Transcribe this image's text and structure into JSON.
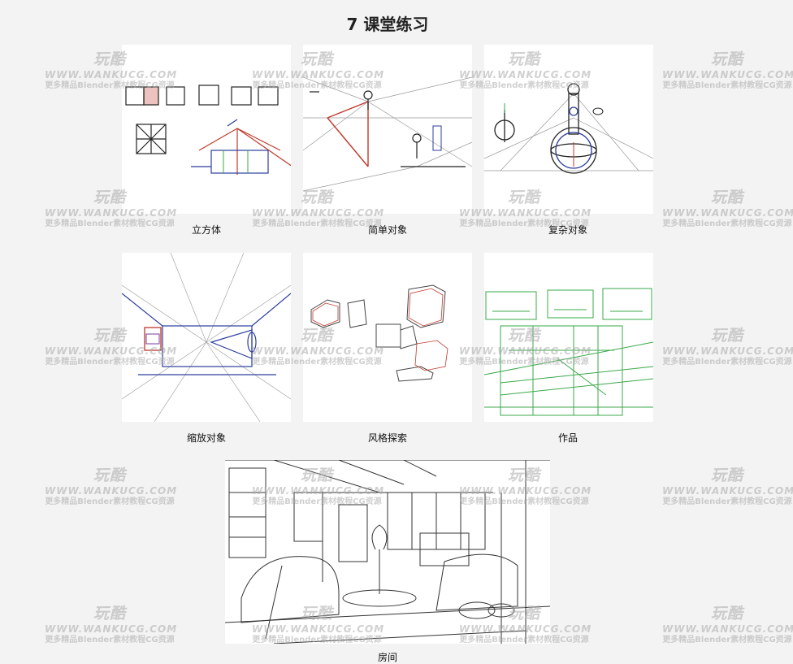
{
  "page": {
    "title": "7 课堂练习"
  },
  "exercises": [
    {
      "caption": "立方体"
    },
    {
      "caption": "简单对象"
    },
    {
      "caption": "复杂对象"
    },
    {
      "caption": "缩放对象"
    },
    {
      "caption": "风格探索"
    },
    {
      "caption": "作品"
    },
    {
      "caption": "房间"
    }
  ],
  "watermark": {
    "logo": "玩酷",
    "site": "WWW.WANKUCG.COM",
    "tagline": "更多精品Blender素材教程CG资源"
  },
  "colors": {
    "background": "#f3f3f3",
    "red": "#c0392b",
    "blue": "#2c3e9e",
    "green": "#3aa84a"
  }
}
